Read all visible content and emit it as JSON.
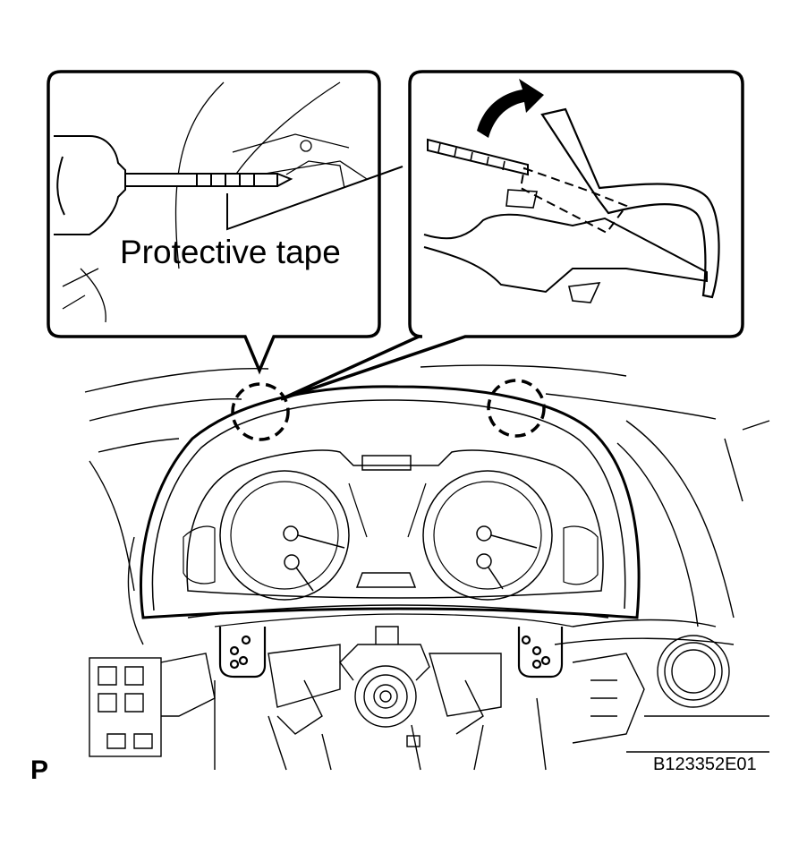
{
  "labels": {
    "protective_tape": "Protective tape",
    "corner_letter": "P",
    "figure_id": "B123352E01"
  },
  "colors": {
    "line": "#000000",
    "background": "#ffffff"
  },
  "icons": [
    "screwdriver-icon",
    "rotate-arrow-icon"
  ]
}
